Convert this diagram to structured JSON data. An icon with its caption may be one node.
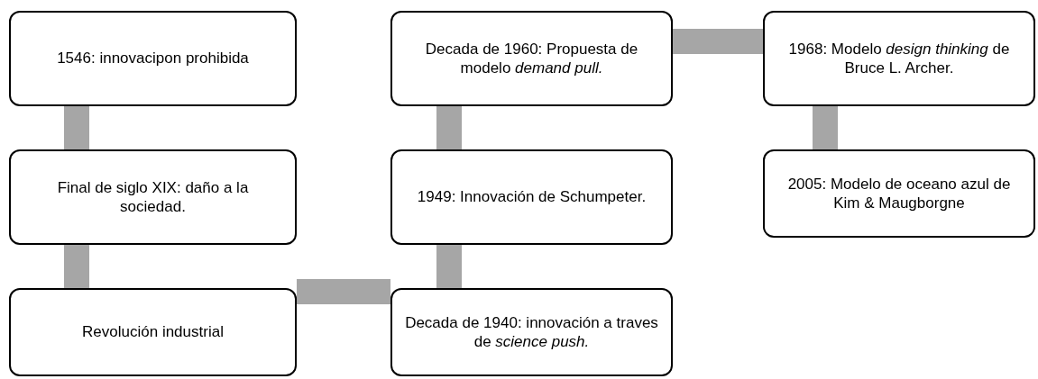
{
  "diagram": {
    "nodes": [
      {
        "text": [
          "1546: innovacipon prohibida"
        ]
      },
      {
        "text": [
          "Final de siglo XIX: daño a la sociedad."
        ]
      },
      {
        "text": [
          "Revolución industrial"
        ]
      },
      {
        "text": [
          "Decada de 1960: Propuesta de modelo *demand pull.*"
        ]
      },
      {
        "text": [
          "1949: Innovación de Schumpeter."
        ]
      },
      {
        "text": [
          "Decada de 1940: innovación a traves de *science push.*"
        ]
      },
      {
        "text": [
          "1968: Modelo *design thinking* de Bruce L. Archer."
        ]
      },
      {
        "text": [
          "2005: Modelo de oceano azul de Kim & Maugborgne"
        ]
      }
    ],
    "edges": [
      {
        "from": 0,
        "to": 1,
        "arrow": "none"
      },
      {
        "from": 1,
        "to": 2,
        "arrow": "none"
      },
      {
        "from": 2,
        "to": 5,
        "arrow": "none"
      },
      {
        "from": 5,
        "to": 4,
        "arrow": "none"
      },
      {
        "from": 4,
        "to": 3,
        "arrow": "none"
      },
      {
        "from": 3,
        "to": 6,
        "arrow": "none"
      },
      {
        "from": 6,
        "to": 7,
        "arrow": "none"
      }
    ]
  }
}
